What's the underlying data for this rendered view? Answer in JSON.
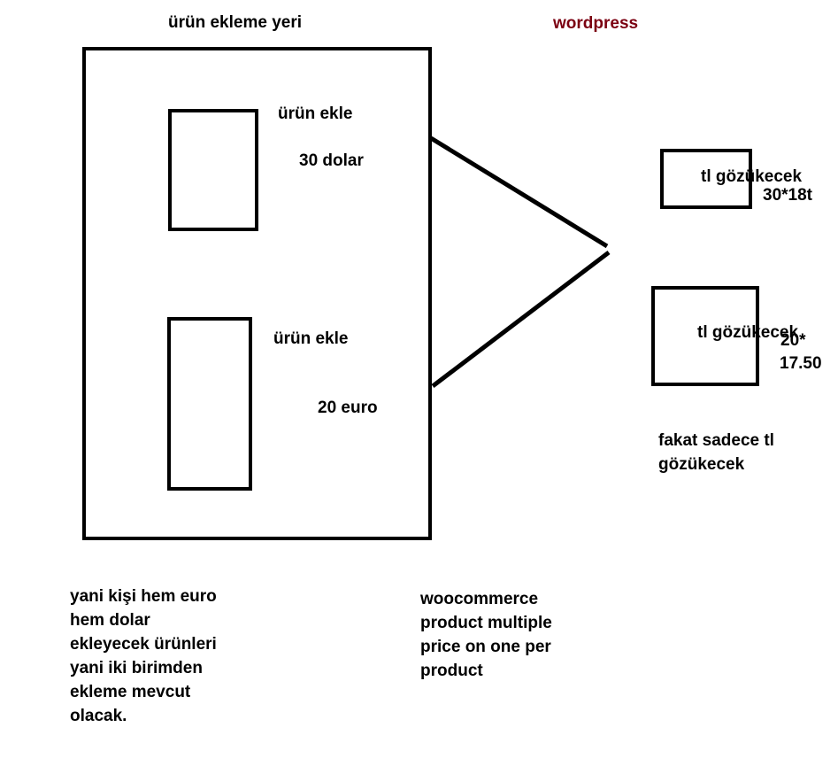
{
  "title": "ürün ekleme yeri",
  "platform_label": "wordpress",
  "colors": {
    "platform_label": "#7b0011",
    "stroke": "#000000",
    "background": "#ffffff"
  },
  "products": [
    {
      "add_label": "ürün ekle",
      "price": "30 dolar"
    },
    {
      "add_label": "ürün ekle",
      "price": "20 euro"
    }
  ],
  "display": [
    {
      "label": "tl gözükecek",
      "value": "30*18t"
    },
    {
      "label": "tl gözükecek",
      "value_line1": "20*",
      "value_line2": "17.50"
    }
  ],
  "note_right": "fakat sadece tl\ngözükecek",
  "note_left": "yani kişi hem euro\nhem dolar\nekleyecek ürünleri\nyani iki birimden\nekleme mevcut\nolacak.",
  "note_center": "woocommerce\nproduct multiple\nprice on one per\nproduct"
}
